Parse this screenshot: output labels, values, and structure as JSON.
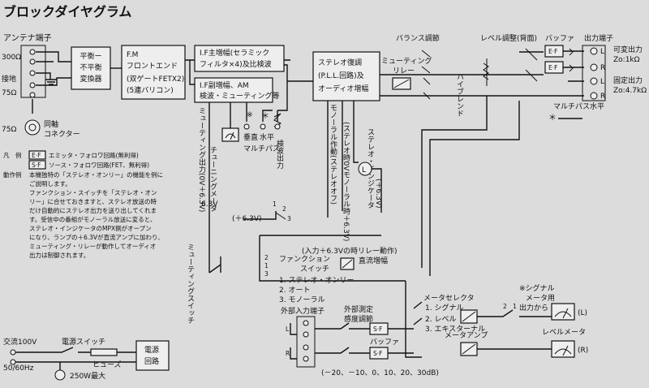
{
  "title": "ブロックダイヤグラム",
  "antenna": {
    "header": "アンテナ端子",
    "ohm300": "300Ω",
    "ground": "接地",
    "ohm75": "75Ω",
    "ohm75_coax": "75Ω",
    "coax_1": "同軸",
    "coax_2": "コネクター"
  },
  "blocks": {
    "balun_1": "平衡ー",
    "balun_2": "不平衡",
    "balun_3": "変換器",
    "fm_1": "F.M",
    "fm_2": "フロントエンド",
    "fm_3": "(双ゲートFETX2)",
    "fm_4": "(5連バリコン)",
    "if_main_1": "I.F主増幅(セラミック",
    "if_main_2": "フィルタ×4)及比検波",
    "if_sub_1": "I.F副増幅、AM",
    "if_sub_2": "検波・ミューティング等",
    "stereo_1": "ステレオ復調",
    "stereo_2": "(P.L.L.回路)及",
    "stereo_3": "オーディオ増幅",
    "dc_amp": "直流増幅",
    "power_circuit_1": "電源",
    "power_circuit_2": "回路",
    "ef": "E·F",
    "sf": "S·F"
  },
  "labels": {
    "balance": "バランス調節",
    "level_adj": "レベル調整(背面)",
    "buffer": "バッファ",
    "out_terminal": "出力端子",
    "muting_relay_1": "ミューティング",
    "muting_relay_2": "リレー",
    "high_blend": "ハイブレンド",
    "variable_out": "可変出力",
    "variable_zo": "Zo:1kΩ",
    "fixed_out": "固定出力",
    "fixed_zo": "Zo:4.7kΩ",
    "multipath_h": "マルチパス水平",
    "asterisk": "＊",
    "ref_mark": "※",
    "ch_L": "L",
    "ch_R": "R",
    "muting_out": "ミューティング出力(0V＋6.3V)",
    "tuning_meter": "チューニングメータ",
    "vertical": "垂直",
    "horizontal": "水平",
    "multipath": "マルチパス",
    "detect_out": "検波出力",
    "mono_op": "モノーラル作動(ステレオオフ)",
    "stereo_0v": "(ステレオ時0Vモノーラル時＋6.3V)",
    "stereo_ind": "ステレオ・インジケータ",
    "stereo_ind_v": "(＋6.3V)",
    "v63_a": "6.3V",
    "v63_b": "(＋6.3V)",
    "relay_note": "(入力＋6.3Vの時リレー動作)",
    "muting_sw": "ミューティングスイッチ",
    "function_sw_1": "ファンクション",
    "function_sw_2": "スイッチ",
    "func_opt1": "1. ステレオ・オンリー",
    "func_opt2": "2. オート",
    "func_opt3": "3. モノーラル",
    "meter_sel": "メータセレクタ",
    "msel_1": "1. シグナル",
    "msel_2": "2. レベル",
    "msel_3": "3. エキスターナル",
    "signal_out_1": "※シグナル",
    "signal_out_2": "メータ用",
    "signal_out_3": "出力から",
    "meter_amp": "メータアンプ",
    "level_meter": "レベルメータ",
    "meter_L": "(L)",
    "meter_R": "(R)",
    "ext_in": "外部入力端子",
    "ext_sens_1": "外部測定",
    "ext_sens_2": "感度調節",
    "buffer2": "バッファ",
    "db_range": "(－20、－10、0、10、20、30dB)",
    "ac_1": "交流100V",
    "ac_2": "50/60Hz",
    "power_sw": "電源スイッチ",
    "fuse": "ヒューズ",
    "max_w": "250W最大",
    "n1": "1",
    "n2": "2",
    "n3": "3",
    "sw_o": "o"
  },
  "notes": {
    "legend": "凡　例",
    "ef_desc": "エミッタ・フォロワ回路(無利得)",
    "sf_desc": "ソース・フォロワ回路(FET、無利得)",
    "note_head": "動作例",
    "n1": "本機独特の「ステレオ・オンリー」の機能を例に",
    "n2": "ご説明します。",
    "n3": "ファンクション・スイッチを「ステレオ・オン",
    "n4": "リー」に合せておきますと、ステレオ放送の時",
    "n5": "だけ自動的にステレオ出力を送り出してくれま",
    "n6": "す。受信中の番組がモノーラル放送に変ると、",
    "n7": "ステレオ・インジケータのMPX側がオープン",
    "n8": "になり、ランプの＋6.3Vが直流アンプに加わり、",
    "n9": "ミューティング・リレーが動作してオーディオ",
    "n10": "出力は制御されます。"
  }
}
